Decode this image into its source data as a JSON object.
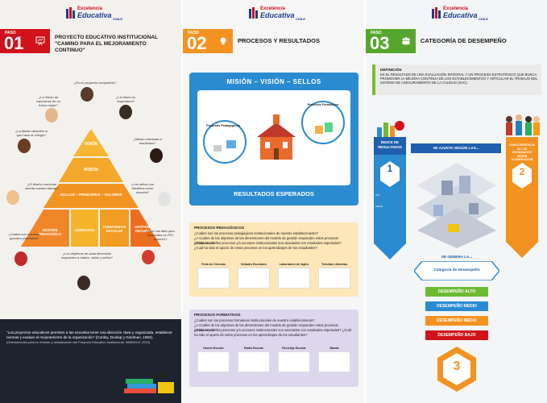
{
  "logo": {
    "line1": "Excelencia",
    "line2": "Educativa",
    "line3": "CHILE"
  },
  "colors": {
    "step1": "#d0121b",
    "step2": "#f39220",
    "step3": "#56a62e",
    "blue": "#2a8bd0",
    "dark": "#1e2330"
  },
  "panel1": {
    "paso": "PASO",
    "num": "01",
    "icon": "presentation-board-icon",
    "title_line1": "PROYECTO EDUCATIVO INSTITUCIONAL",
    "title_line2": "\"CAMINO PARA EL MEJORAMIENTO CONTINUO\"",
    "questions": {
      "q1": "¿Es un proyecto compartido?",
      "q2": "¿La Visión da esperanza de un futuro mejor?",
      "q3": "¿La Visión es inspiradora?",
      "q4": "¿La Misión describe lo que hace el colegio?",
      "q5": "¿Misión orientada a resultados?",
      "q6": "¿El diseño curricular orienta nuestro trabajo?",
      "q7": "¿Los sellos nos identifica como escuela?",
      "q8": "¿Cuáles son nuestros grandes propósitos?",
      "q9": "¿Qué nos falta para desarrollar un PEI superior?",
      "q10": "¿Los objetivos de cada dimensión responden a misión, visión y sellos?"
    },
    "pyramid": {
      "vision": "VISIÓN",
      "mision": "MISIÓN",
      "sellos": "SELLOS – PRINCIPIOS – VALORES",
      "gestion_pedagogica": "GESTIÓN PEDAGÓGICA",
      "liderazgo": "LIDERAZGO",
      "convivencia": "CONVIVENCIA ESCOLAR",
      "recursos": "GESTIÓN DE RECURSOS"
    },
    "quote": "\"Los proyectos educativos permiten a las escuelas tener una dirección clara y organizada, establecer normas y evaluar el mejoramiento de la organización\" (Conley, Dunlap y Goldman, 1992).",
    "quote_src": "(Orientaciones para la revisión y actualización del Proyecto Educativo Institucional. MINEDUC 2015)"
  },
  "panel2": {
    "paso": "PASO",
    "num": "02",
    "icon": "lightbulb-icon",
    "title": "PROCESOS Y RESULTADOS",
    "mvs": "MISIÓN – VISIÓN – SELLOS",
    "resultados": "RESULTADOS ESPERADOS",
    "pp_label": "Procesos Pedagógicos",
    "pf_label": "Procesos Formativos",
    "ped": {
      "title": "PROCESOS PEDAGÓGICOS",
      "q1": "¿Cuáles son los procesos pedagógicos institucionales de nuestro establecimiento?",
      "q2": "¿A Cuáles de los objetivos de las dimensiones del modelo de gestión responden estos procesos institucionales?",
      "q3": "¿Cada uno de los procesos y/o acciones institucionales son asociados con resultados esperados?",
      "q4": "¿Cuál ha sido el aporte de estos procesos en los aprendizajes de los estudiantes?",
      "items": [
        "Feria de Ciencias",
        "Debates Escolares",
        "Laboratorio de Inglés",
        "Tertulias Literarias"
      ]
    },
    "form": {
      "title": "PROCESOS FORMATIVOS",
      "q1": "¿Cuáles son los procesos formativos institucionales de nuestro establecimiento?",
      "q2": "¿A Cuáles de los objetivos de las dimensiones del modelo de gestión responden estos procesos institucionales?",
      "q3": "¿Cada uno de los procesos y/o acciones institucionales son asociados con resultados esperados? ¿Cuál ha sido el aporte de estos procesos en los aprendizajes de los estudiantes?",
      "items": [
        "Huerto Escolar",
        "Radio Escolar",
        "Reciclaje Escolar",
        "Banda"
      ]
    }
  },
  "panel3": {
    "paso": "PASO",
    "num": "03",
    "icon": "people-group-icon",
    "title": "CATEGORÍA DE DESEMPEÑO",
    "def_title": "DEFINICIÓN",
    "def_text": "ES EL RESULTADO DE UNA EVALUACIÓN INTEGRAL Y UN PROCESO ESTRATÉGICO QUE BUSCA PROMOVER LA MEJORA CONTINUA DE LOS ESTABLECIMIENTOS Y ARTICULAR EL TRABAJO DEL SISTEMA DE ASEGURAMIENTO DE LA CALIDAD (SAC).",
    "indice": "ÍNDICE DE RESULTADOS",
    "ajusta": "SE AJUSTA SEGÚN LAS...",
    "caracteristicas": "CARACTERÍSTICAS DE LOS ESTUDIANTES SEGÚN CLASIFICACIÓN",
    "genera": "SE GENERA LA...",
    "categoria": "Categoría de Desempeño",
    "badge1": "1",
    "badge2": "2",
    "badge3": "3",
    "left_list_a": "ATS",
    "left_list_b": "SIMCE",
    "levels": [
      "DESEMPEÑO ALTO",
      "DESEMPEÑO MEDIO",
      "DESEMPEÑO MEDIO",
      "DESEMPEÑO BAJO"
    ],
    "level_colors": [
      "#6dbb32",
      "#2a8bd0",
      "#f39220",
      "#d0121b"
    ]
  }
}
